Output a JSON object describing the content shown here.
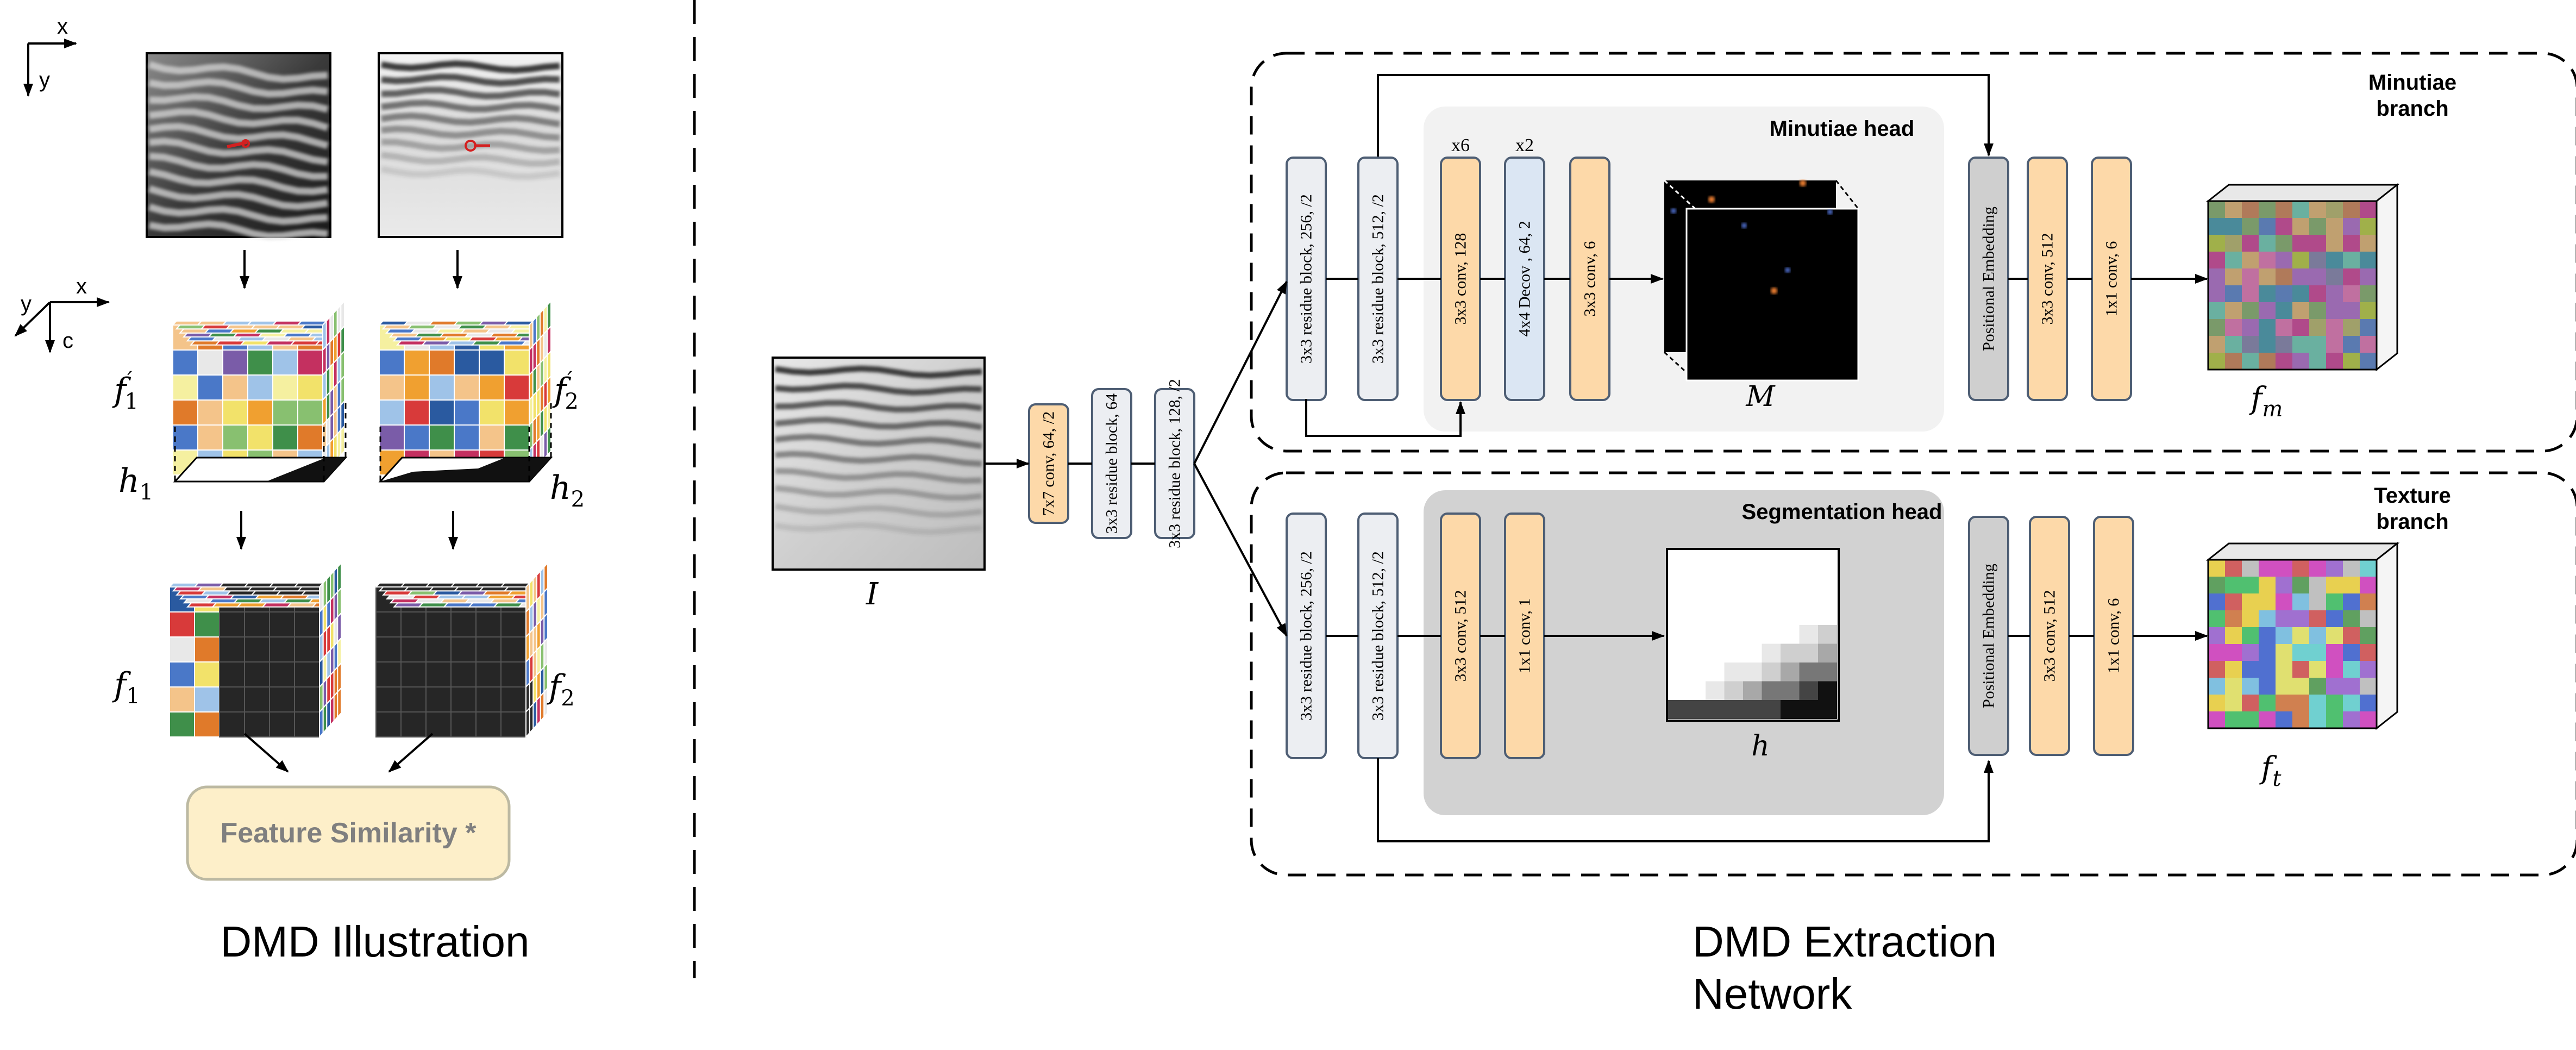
{
  "axes": {
    "top": {
      "x": "x",
      "y": "y"
    },
    "cube": {
      "x": "x",
      "y": "y",
      "c": "c"
    }
  },
  "illustration": {
    "f1_prime": {
      "base": "f",
      "sub": "1",
      "sup": "′"
    },
    "f2_prime": {
      "base": "f",
      "sub": "2",
      "sup": "′"
    },
    "h1": {
      "base": "h",
      "sub": "1"
    },
    "h2": {
      "base": "h",
      "sub": "2"
    },
    "f1": {
      "base": "f",
      "sub": "1"
    },
    "f2": {
      "base": "f",
      "sub": "2"
    },
    "similarity_label": "Feature Similarity *",
    "caption": "DMD Illustration"
  },
  "network": {
    "input_label": "I",
    "backbone": [
      {
        "label": "7x7 conv, 64, /2",
        "kind": "conv"
      },
      {
        "label": "3x3 residue block, 64",
        "kind": "res"
      },
      {
        "label": "3x3 residue block, 128, /2",
        "kind": "res"
      }
    ],
    "minutiae_branch": {
      "title_line1": "Minutiae",
      "title_line2": "branch",
      "blocks": [
        {
          "label": "3x3 residue block, 256, /2",
          "kind": "res"
        },
        {
          "label": "3x3 residue block, 512, /2",
          "kind": "res"
        }
      ],
      "head_title": "Minutiae head",
      "head_blocks": [
        {
          "label": "3x3 conv, 128",
          "kind": "conv",
          "repeat": "x6"
        },
        {
          "label": "4x4 Decov , 64, 2",
          "kind": "deconv",
          "repeat": "x2"
        },
        {
          "label": "3x3 conv, 6",
          "kind": "conv",
          "repeat": ""
        }
      ],
      "map_label": "M",
      "post_blocks": [
        {
          "label": "Positional Embedding",
          "kind": "pos"
        },
        {
          "label": "3x3 conv, 512",
          "kind": "conv"
        },
        {
          "label": "1x1 conv, 6",
          "kind": "conv"
        }
      ],
      "output": {
        "base": "f",
        "sub": "m"
      }
    },
    "texture_branch": {
      "title_line1": "Texture",
      "title_line2": "branch",
      "blocks": [
        {
          "label": "3x3 residue block, 256, /2",
          "kind": "res"
        },
        {
          "label": "3x3 residue block, 512, /2",
          "kind": "res"
        }
      ],
      "head_title": "Segmentation head",
      "head_blocks": [
        {
          "label": "3x3 conv, 512",
          "kind": "conv"
        },
        {
          "label": "1x1 conv, 1",
          "kind": "conv"
        }
      ],
      "map_label": "h",
      "post_blocks": [
        {
          "label": "Positional Embedding",
          "kind": "pos"
        },
        {
          "label": "3x3 conv, 512",
          "kind": "conv"
        },
        {
          "label": "1x1 conv, 6",
          "kind": "conv"
        }
      ],
      "output": {
        "base": "f",
        "sub": "t"
      }
    },
    "caption_line1": "DMD Extraction",
    "caption_line2": "Network"
  },
  "colors": {
    "conv_fill": "#fdd9a9",
    "res_fill": "#eceef2",
    "deconv_fill": "#dbe6f3",
    "pos_fill": "#cfcfcf",
    "block_stroke": "#4e5e74",
    "minutiae_head_bg": "#f2f2f2",
    "seg_head_bg": "#d2d2d2",
    "similarity_fill": "#fdefc9",
    "similarity_stroke": "#bcb9a2",
    "similarity_text": "#7f7f7f",
    "arrow": "#000000"
  }
}
